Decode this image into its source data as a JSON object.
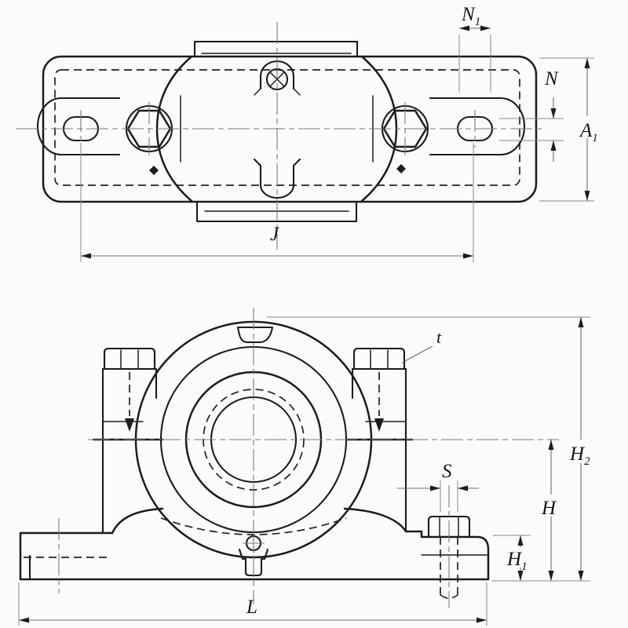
{
  "drawing": {
    "background": "#fbfbf9",
    "line_color": "#1c1c1c",
    "dim_color": "#6e6e6e",
    "top_view": {
      "dims": {
        "slot_length": {
          "main": "N",
          "sub": "1"
        },
        "slot_width": {
          "main": "N",
          "sub": ""
        },
        "plate_width": {
          "main": "A",
          "sub": "1"
        },
        "bolt_center_spacing": {
          "main": "J",
          "sub": ""
        }
      }
    },
    "front_view": {
      "dims": {
        "cap_bolt": {
          "main": "t",
          "sub": ""
        },
        "anchor_bolt_width": {
          "main": "S",
          "sub": ""
        },
        "overall_height": {
          "main": "H",
          "sub": "2"
        },
        "center_height": {
          "main": "H",
          "sub": ""
        },
        "base_height": {
          "main": "H",
          "sub": "1"
        },
        "base_length": {
          "main": "L",
          "sub": ""
        }
      }
    }
  }
}
